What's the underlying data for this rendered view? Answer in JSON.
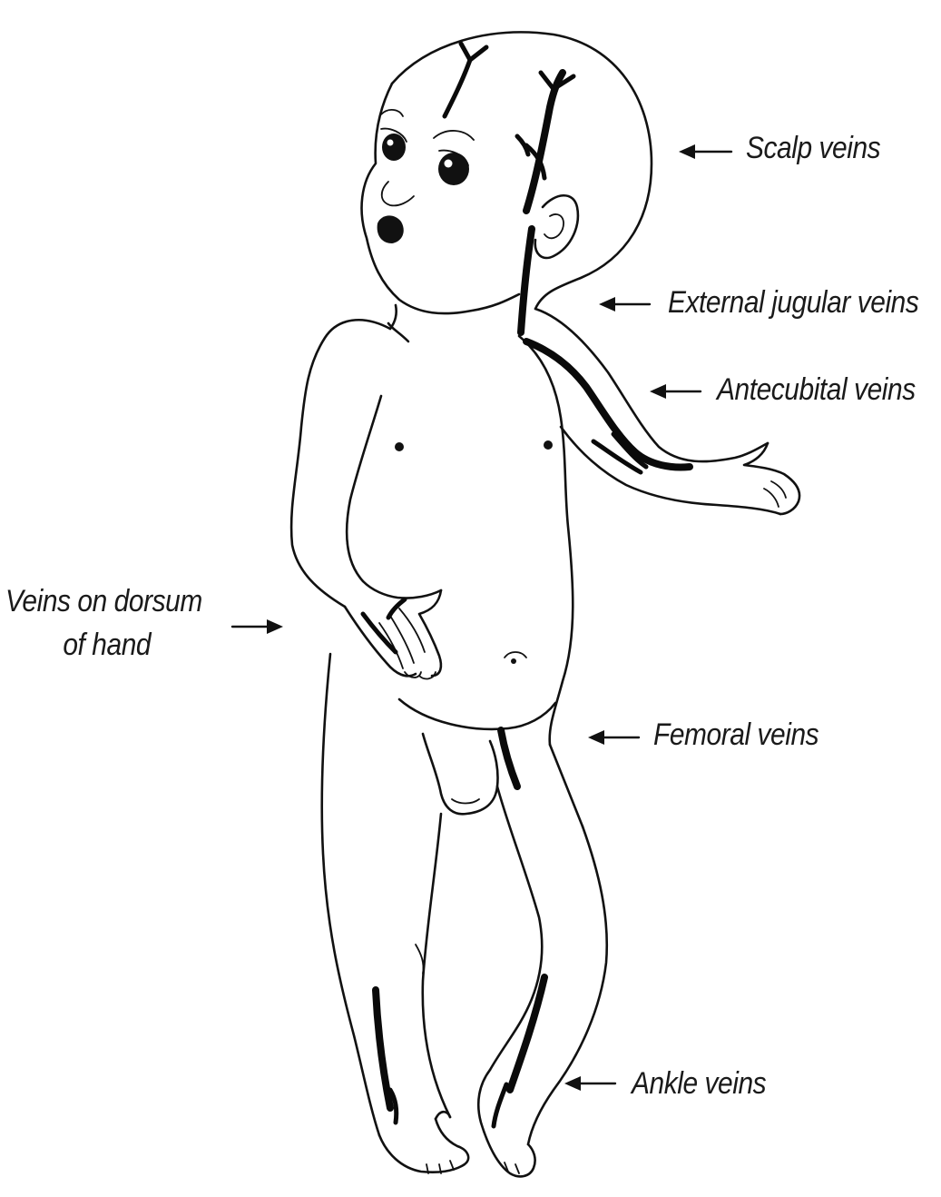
{
  "labels": {
    "scalp": "Scalp veins",
    "jugular": "External jugular veins",
    "antecubital": "Antecubital veins",
    "dorsum_line1": "Veins on dorsum",
    "dorsum_line2": "of hand",
    "femoral": "Femoral veins",
    "ankle": "Ankle veins"
  }
}
